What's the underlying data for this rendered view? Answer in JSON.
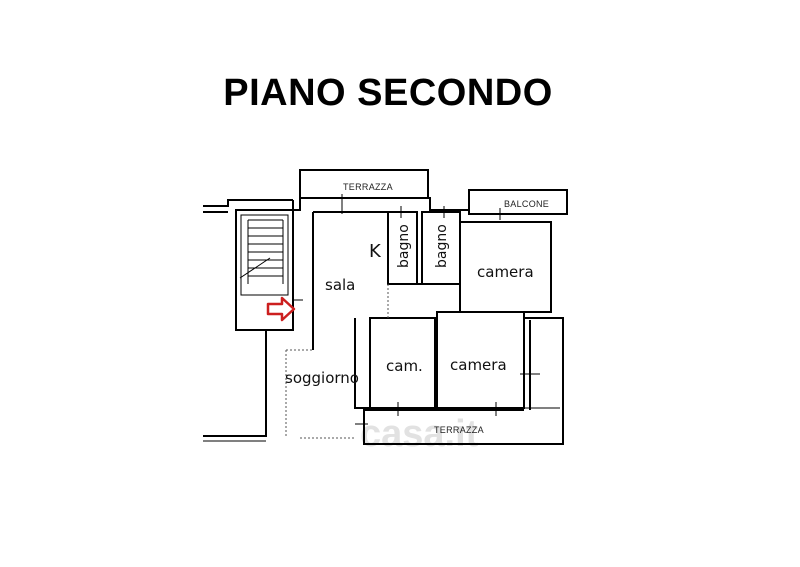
{
  "title": "PIANO SECONDO",
  "rooms": {
    "terrazza_top": "TERRAZZA",
    "balcone": "BALCONE",
    "kitchen": "K",
    "bagno_1": "bagno",
    "bagno_2": "bagno",
    "camera_1": "camera",
    "sala": "sala",
    "cam": "cam.",
    "camera_2": "camera",
    "soggiorno": "soggiorno",
    "terrazza_bottom": "TERRAZZA"
  },
  "watermark": "casa.it",
  "colors": {
    "walls": "#000000",
    "entry_arrow": "#cc1f1f",
    "watermark": "#dcdcdc"
  }
}
